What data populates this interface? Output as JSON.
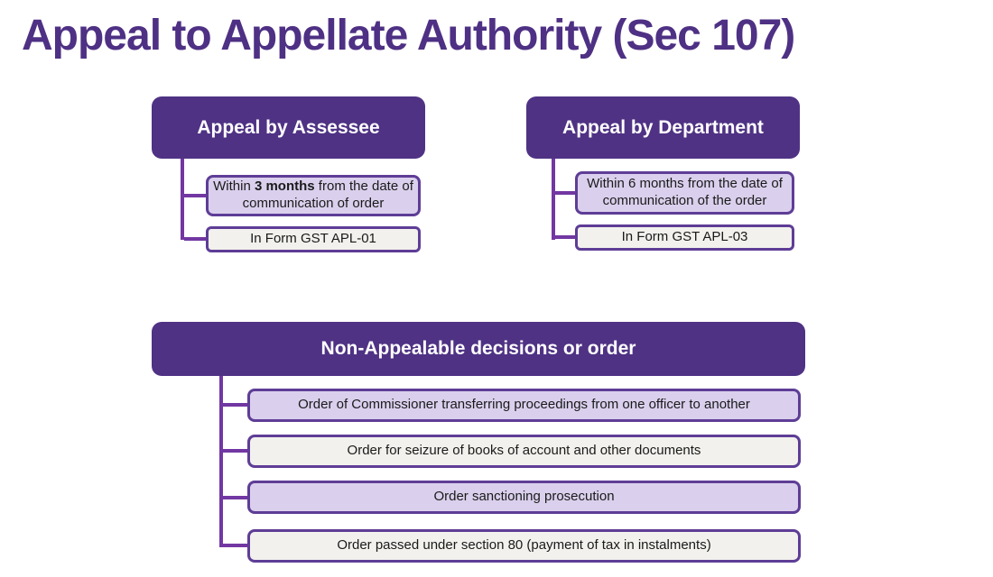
{
  "title": "Appeal to Appellate Authority (Sec 107)",
  "colors": {
    "title_text": "#4E3084",
    "header_fill": "#4F3284",
    "header_text": "#FFFFFF",
    "connector": "#7237A2",
    "child_border": "#5E3D96",
    "lavender_fill": "#DAD0ED",
    "gray_fill": "#F2F1ED",
    "body_text": "#1A1A1A"
  },
  "assessee": {
    "header": "Appeal by Assessee",
    "timeline_prefix": "Within ",
    "timeline_bold": "3 months",
    "timeline_suffix": " from the date of communication of order",
    "form": "In Form GST APL-01"
  },
  "department": {
    "header": "Appeal by Department",
    "timeline": "Within 6 months from the date of communication of the order",
    "form": "In Form GST APL-03"
  },
  "non_appealable": {
    "header": "Non-Appealable decisions or order",
    "items": [
      "Order of Commissioner transferring proceedings from one officer to another",
      "Order for seizure of books of account and other documents",
      "Order sanctioning prosecution",
      "Order passed under section 80 (payment of tax in instalments)"
    ]
  }
}
